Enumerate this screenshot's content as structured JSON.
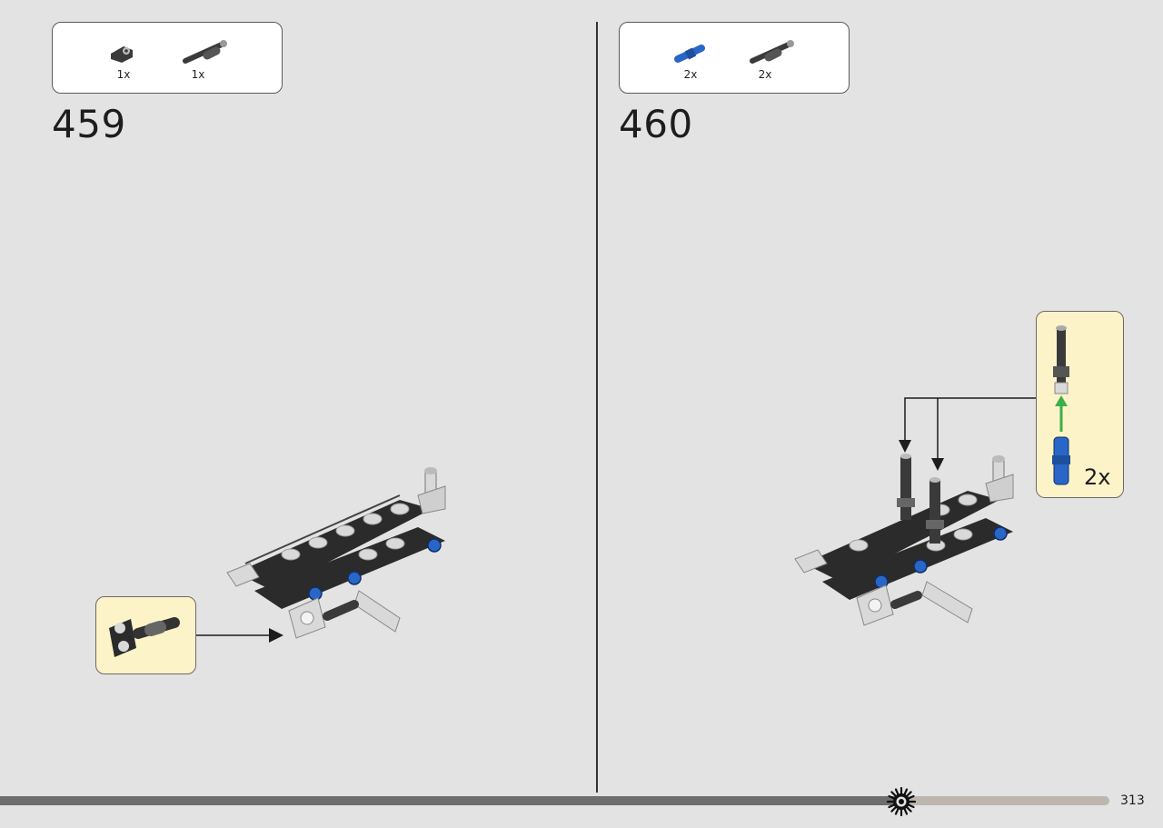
{
  "steps": [
    {
      "number": "459",
      "parts": [
        {
          "icon": "angle-connector-icon",
          "qty": "1x",
          "color": "#3a3a3a"
        },
        {
          "icon": "axle-pin-icon",
          "qty": "1x",
          "color": "#3a3a3a"
        }
      ]
    },
    {
      "number": "460",
      "parts": [
        {
          "icon": "blue-pin-icon",
          "qty": "2x",
          "color": "#2a66c7"
        },
        {
          "icon": "axle-pin-icon",
          "qty": "2x",
          "color": "#3a3a3a"
        }
      ],
      "callout_qty": "2x"
    }
  ],
  "page_number": "313",
  "colors": {
    "background": "#e3e3e3",
    "callout": "#fdf3c8",
    "brick_dark": "#2b2b2b",
    "brick_light": "#d9d9d9",
    "pin_blue": "#2a66c7",
    "arrow_green": "#3cae4b"
  }
}
